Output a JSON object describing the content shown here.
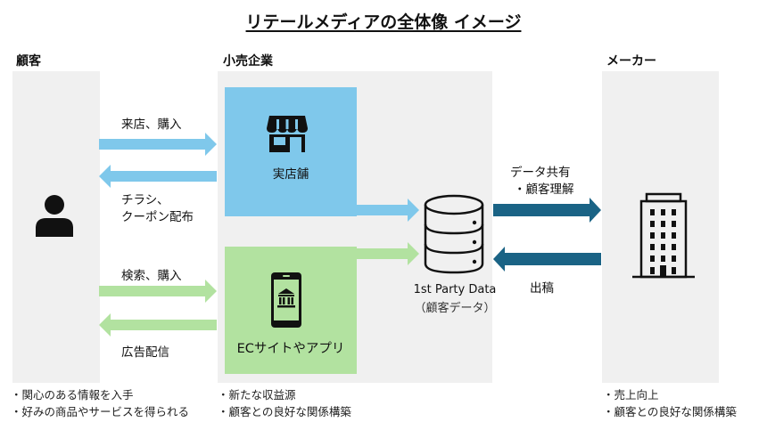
{
  "title": "リテールメディアの全体像 イメージ",
  "sections": {
    "customer": {
      "label": "顧客",
      "icon": "person-icon",
      "notes": [
        "・関心のある情報を入手",
        "・好みの商品やサービスを得られる"
      ]
    },
    "retailer": {
      "label": "小売企業",
      "store": {
        "label": "実店舗",
        "icon": "storefront-icon"
      },
      "ec": {
        "label": "ECサイトやアプリ",
        "icon": "smartphone-bank-icon"
      },
      "database": {
        "label_line1": "1st Party Data",
        "label_line2": "（顧客データ）",
        "icon": "database-icon"
      },
      "notes": [
        "・新たな収益源",
        "・顧客との良好な関係構築"
      ]
    },
    "maker": {
      "label": "メーカー",
      "icon": "office-building-icon",
      "notes": [
        "・売上向上",
        "・顧客との良好な関係構築"
      ]
    }
  },
  "arrows": {
    "store_in": "来店、購入",
    "store_out_line1": "チラシ、",
    "store_out_line2": "クーポン配布",
    "ec_in": "検索、購入",
    "ec_out": "広告配信",
    "to_maker_line1": "データ共有",
    "to_maker_line2": "・顧客理解",
    "from_maker": "出稿"
  },
  "colors": {
    "blue": "#7fc8eb",
    "green": "#b2e2a0",
    "navy": "#1a6385",
    "panel": "#f0f0f0"
  }
}
